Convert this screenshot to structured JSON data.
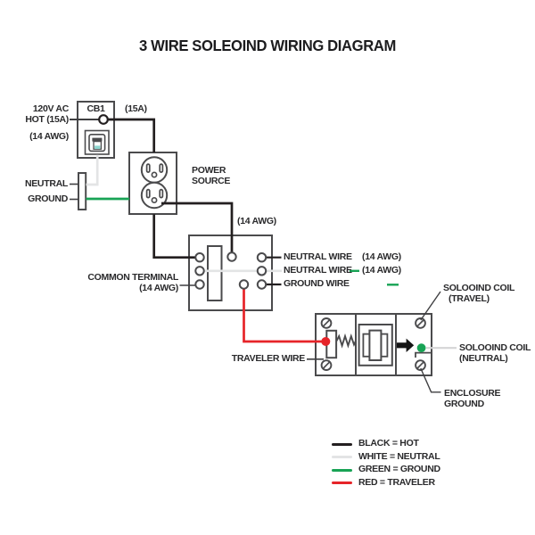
{
  "title": "3 WIRE SOLEOIND WIRING DIAGRAM",
  "panel": {
    "hot_line1": "120V AC",
    "hot_line2": "HOT (15A)",
    "awg": "(14 AWG)",
    "breaker_name": "CB1",
    "breaker_rating": "(15A)",
    "neutral": "NEUTRAL",
    "ground": "GROUND"
  },
  "outlet": {
    "line1": "POWER",
    "line2": "SOURCE",
    "awg": "(14 AWG)"
  },
  "switch": {
    "common_line1": "COMMON TERMINAL",
    "common_line2": "(14 AWG)",
    "neutral_wire_top": "NEUTRAL WIRE",
    "neutral_wire_top_awg": "(14 AWG)",
    "neutral_wire_mid": "NEUTRAL WIRE",
    "neutral_wire_mid_awg": "(14 AWG)",
    "ground_wire": "GROUND WIRE"
  },
  "solenoid": {
    "traveler_wire": "TRAVELER WIRE",
    "travel_line1": "SOLOOIND COIL",
    "travel_line2": "(TRAVEL)",
    "neutral_line1": "SOLOOIND COIL",
    "neutral_line2": "(NEUTRAL)",
    "enclosure_line1": "ENCLOSURE",
    "enclosure_line2": "GROUND"
  },
  "legend": {
    "items": [
      {
        "name": "hot",
        "color": "#231f20",
        "label": "BLACK = HOT"
      },
      {
        "name": "neutral",
        "color": "#e3e4e5",
        "label": "WHITE = NEUTRAL"
      },
      {
        "name": "ground",
        "color": "#18a355",
        "label": "GREEN = GROUND"
      },
      {
        "name": "traveler",
        "color": "#e62429",
        "label": "RED = TRAVELER"
      }
    ]
  },
  "wire_colors": {
    "hot": "#231f20",
    "neutral": "#e3e4e5",
    "ground": "#18a355",
    "traveler": "#e62429"
  }
}
